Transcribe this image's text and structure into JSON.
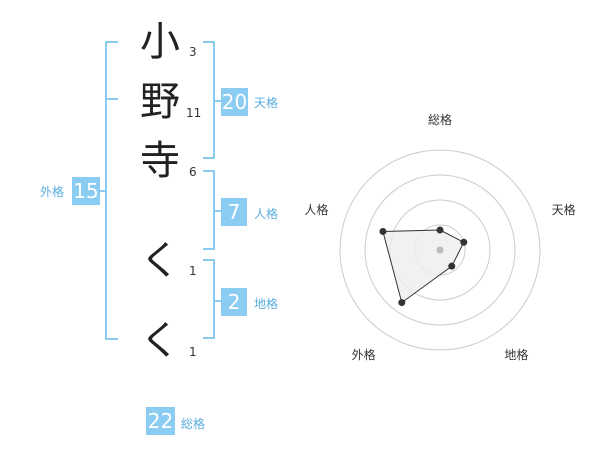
{
  "name": {
    "chars": [
      {
        "char": "小",
        "strokes": "3"
      },
      {
        "char": "野",
        "strokes": "11"
      },
      {
        "char": "寺",
        "strokes": "6"
      },
      {
        "char": "く",
        "strokes": "1"
      },
      {
        "char": "く",
        "strokes": "1"
      }
    ]
  },
  "kakusu": {
    "tenkaku": {
      "label": "天格",
      "value": "20"
    },
    "jinkaku": {
      "label": "人格",
      "value": "7"
    },
    "chikaku": {
      "label": "地格",
      "value": "2"
    },
    "gaikaku": {
      "label": "外格",
      "value": "15"
    },
    "soukaku": {
      "label": "総格",
      "value": "22"
    }
  },
  "colors": {
    "accent": "#8bccf2",
    "label_text": "#5aaedc",
    "radar_grid": "#cccccc",
    "radar_fill": "#eeeeee",
    "radar_line": "#333333"
  },
  "chart_data": {
    "type": "radar",
    "axes": [
      "総格",
      "天格",
      "地格",
      "外格",
      "人格"
    ],
    "values": [
      0.2,
      0.25,
      0.2,
      0.65,
      0.6
    ],
    "max": 1,
    "rings": 4
  }
}
